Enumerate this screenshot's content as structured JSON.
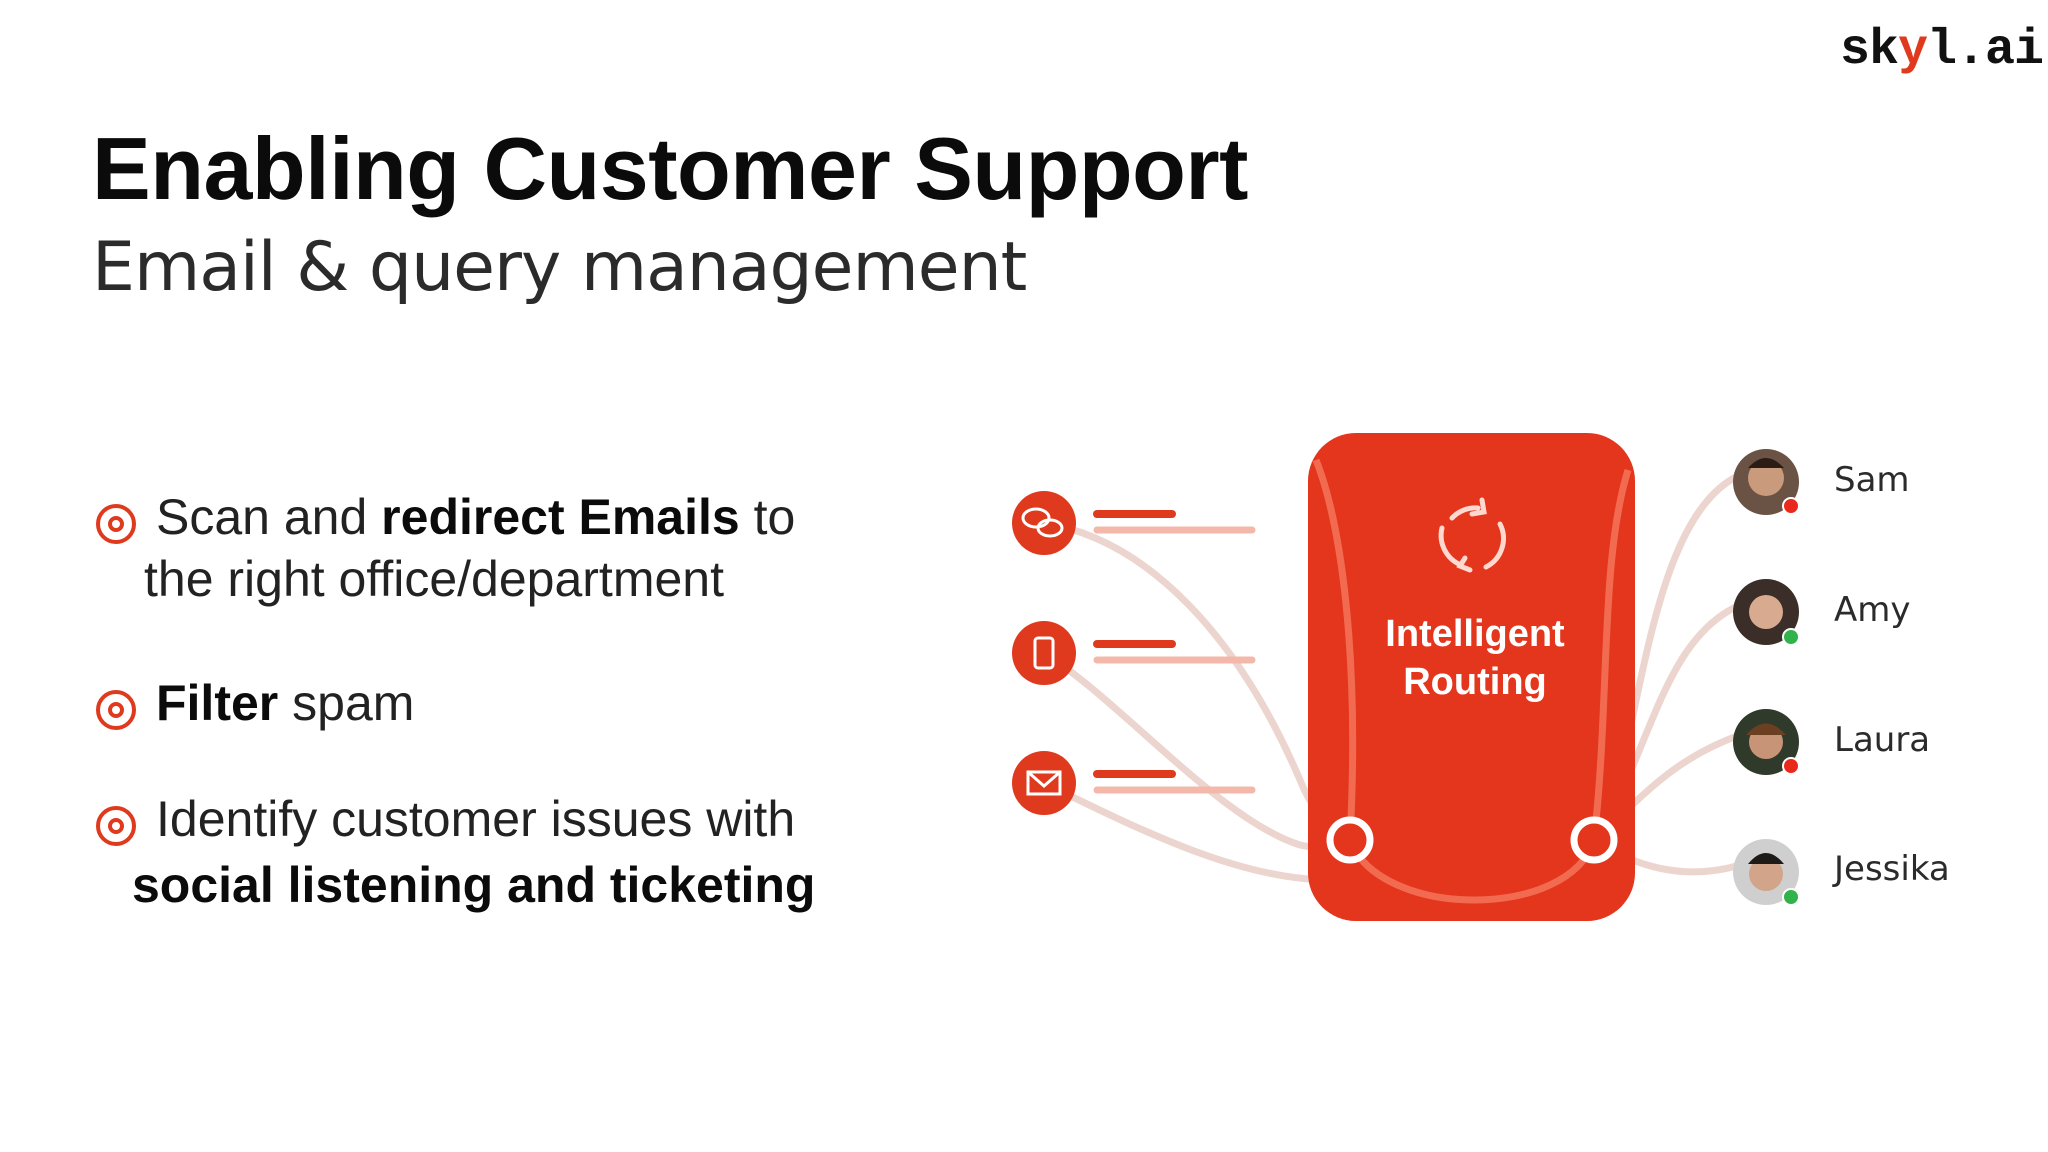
{
  "brand": {
    "logo_prefix": "sk",
    "logo_accent": "y",
    "logo_suffix": "l.ai"
  },
  "slide": {
    "title": "Enabling Customer Support",
    "subtitle": "Email & query management"
  },
  "bullets": [
    {
      "pre": "Scan and ",
      "bold": "redirect Emails",
      "post": " to",
      "line2": "the right office/department"
    },
    {
      "bold": "Filter",
      "post": " spam"
    },
    {
      "pre": "Identify customer issues with",
      "bold2": "social listening and ticketing"
    }
  ],
  "diagram": {
    "card_label_line1": "Intelligent",
    "card_label_line2": "Routing",
    "channels": [
      "chat-icon",
      "phone-icon",
      "mail-icon"
    ],
    "agents": [
      {
        "name": "Sam",
        "status": "red"
      },
      {
        "name": "Amy",
        "status": "green"
      },
      {
        "name": "Laura",
        "status": "red"
      },
      {
        "name": "Jessika",
        "status": "green"
      }
    ]
  },
  "colors": {
    "accent": "#e03a1e",
    "status_red": "#e8291c",
    "status_green": "#31b24a"
  }
}
